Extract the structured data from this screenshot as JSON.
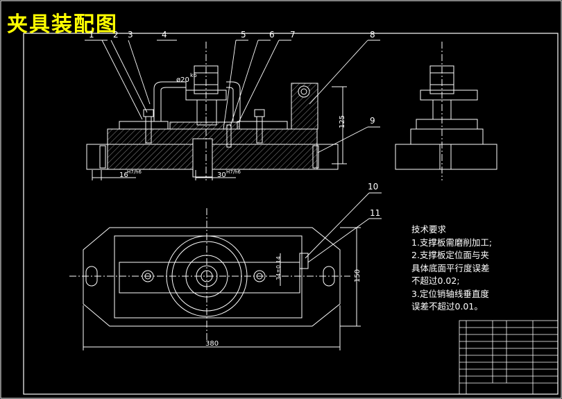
{
  "title": "夹具装配图",
  "callouts": [
    "1",
    "2",
    "3",
    "4",
    "5",
    "6",
    "7",
    "8",
    "9",
    "10",
    "11"
  ],
  "dimensions": {
    "phi20": "ø20",
    "fit_a": "k6",
    "d16": "16",
    "d16_fit": "H7/h6",
    "d30": "30",
    "d30_fit": "H7/h6",
    "d125": "125",
    "d380": "380",
    "d150": "150",
    "d34": "34±0.14"
  },
  "tech": {
    "heading": "技术要求",
    "line1": "1.支撑板需磨削加工;",
    "line2": "2.支撑板定位面与夹",
    "line3": "具体底面平行度误差",
    "line4": "不超过0.02;",
    "line5": "3.定位销轴线垂直度",
    "line6": "误差不超过0.01。"
  },
  "colors": {
    "background": "#000000",
    "title": "#ffff00",
    "lines": "#ffffff",
    "leaders": "#ffffff"
  }
}
